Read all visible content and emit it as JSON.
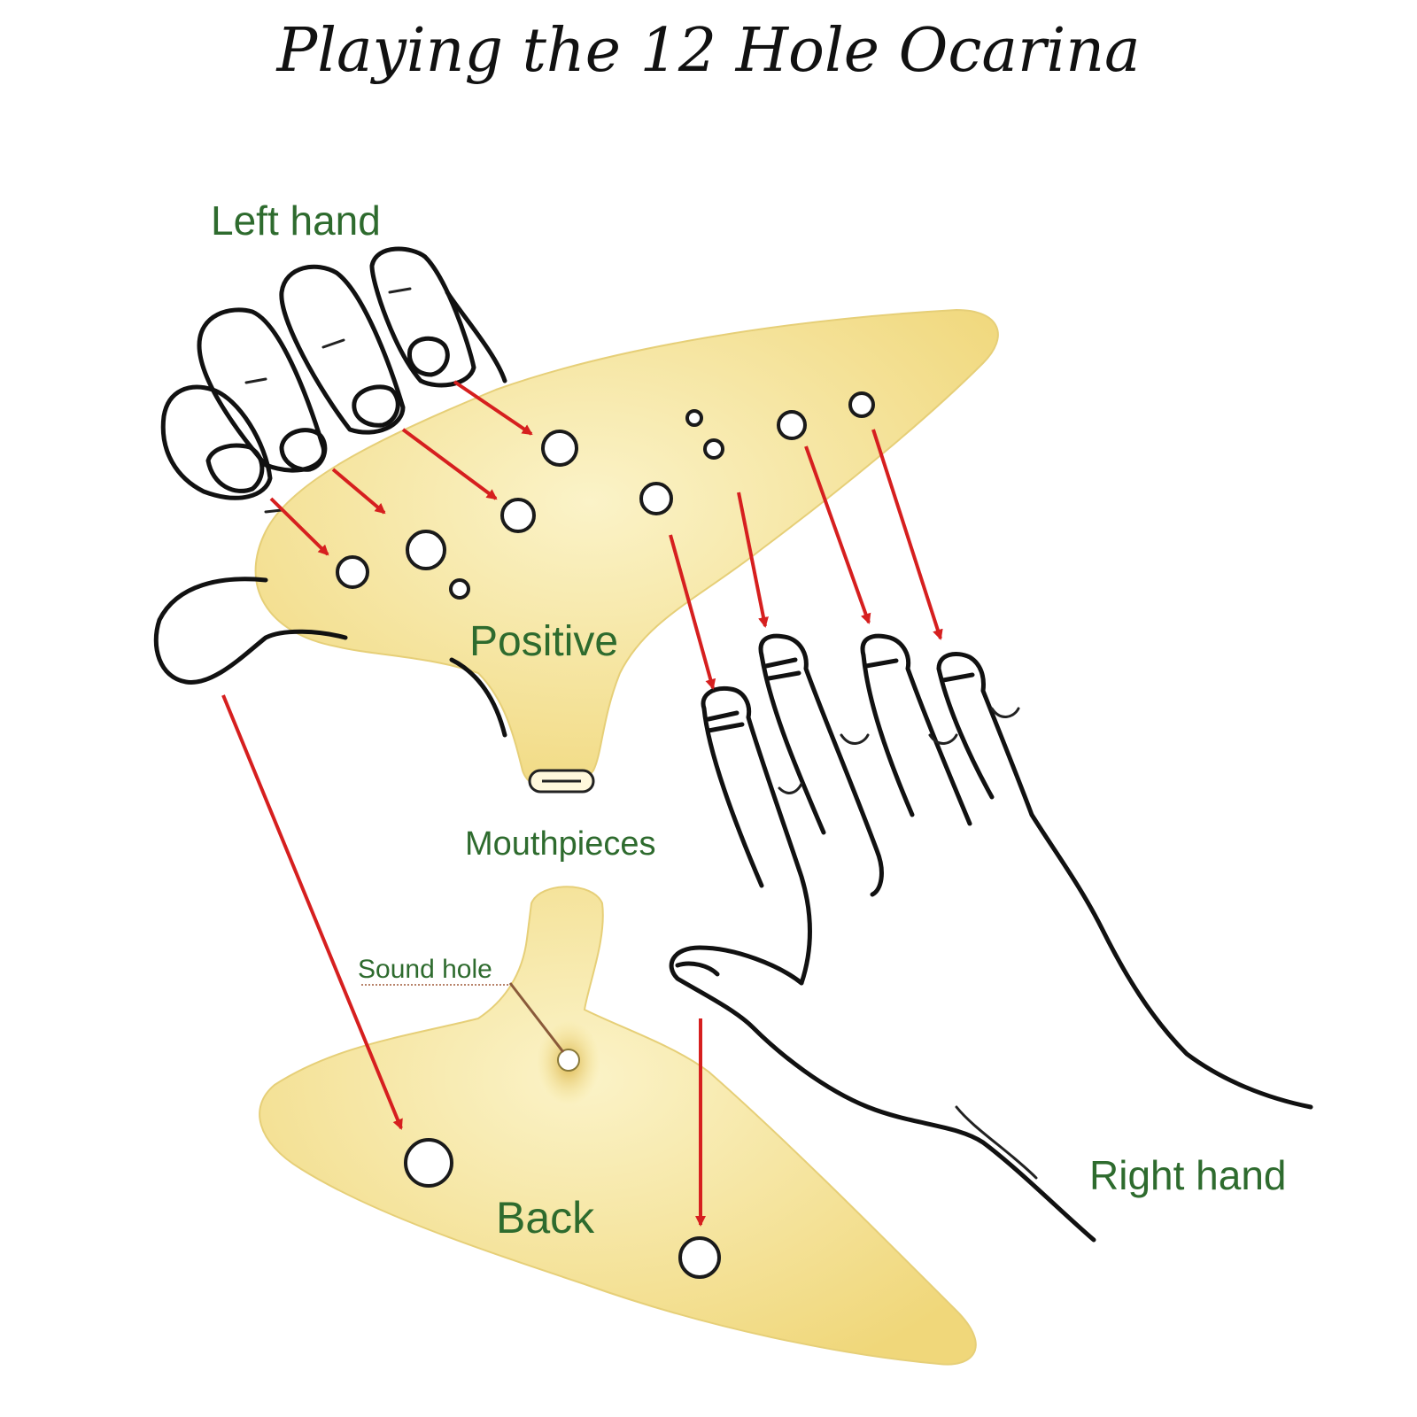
{
  "title": "Playing the 12 Hole Ocarina",
  "labels": {
    "left_hand": "Left hand",
    "right_hand": "Right hand",
    "positive": "Positive",
    "back": "Back",
    "mouthpieces": "Mouthpieces",
    "sound_hole": "Sound hole"
  },
  "colors": {
    "label_green": "#2e6b2e",
    "arrow_red": "#d61f1f",
    "ocarina_fill": "#f4e08a",
    "ocarina_light": "#fbf3c8",
    "title_ink": "#111111"
  }
}
